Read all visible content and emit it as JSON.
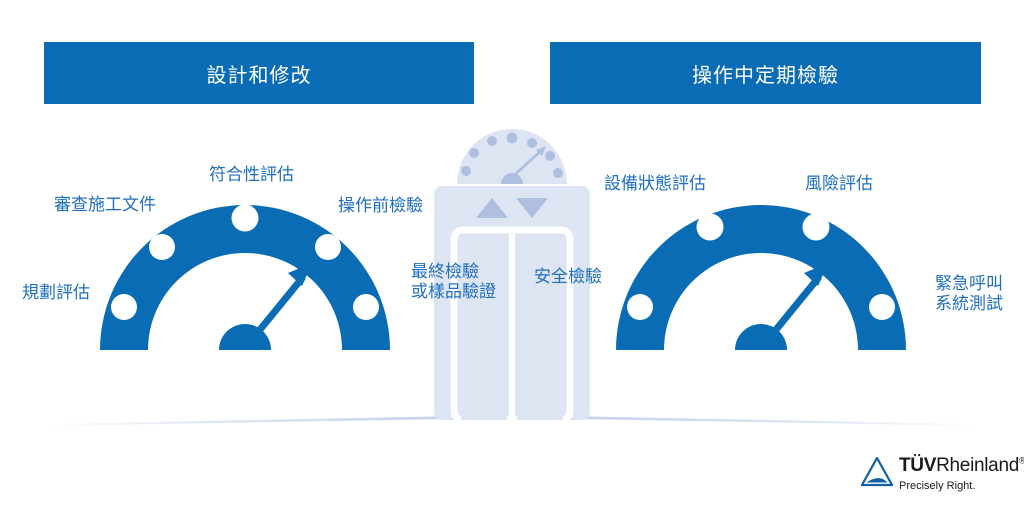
{
  "colors": {
    "brand_blue": "#0a6cb4",
    "label_blue": "#1f6fc0",
    "banner_text": "#ffffff",
    "elevator_fill": "#dde4f2",
    "elevator_accent": "#aebfdf",
    "background": "#ffffff"
  },
  "banners": {
    "left": "設計和修改",
    "right": "操作中定期檢驗"
  },
  "left_gauge": {
    "name": "design-and-modification-gauge",
    "labels": [
      {
        "id": "planning-assessment",
        "text": "規劃評估"
      },
      {
        "id": "review-construction-documents",
        "text": "審查施工文件"
      },
      {
        "id": "conformity-assessment",
        "text": "符合性評估"
      },
      {
        "id": "pre-operation-inspection",
        "text": "操作前檢驗"
      },
      {
        "id": "final-inspection-or-sample-verification",
        "text": "最終檢驗\n或樣品驗證"
      }
    ]
  },
  "right_gauge": {
    "name": "periodic-inspection-in-operation-gauge",
    "labels": [
      {
        "id": "safety-inspection",
        "text": "安全檢驗"
      },
      {
        "id": "equipment-condition-assessment",
        "text": "設備狀態評估"
      },
      {
        "id": "risk-assessment",
        "text": "風險評估"
      },
      {
        "id": "emergency-call-system-test",
        "text": "緊急呼叫\n系統測試"
      }
    ]
  },
  "elevator": {
    "name": "elevator-illustration",
    "indicator_dots": 7,
    "direction_arrows": [
      "up",
      "down"
    ],
    "door_panels": 2
  },
  "logo": {
    "brand_bold": "TÜV",
    "brand_regular": "Rheinland",
    "registered_mark": "®",
    "tagline": "Precisely Right."
  }
}
